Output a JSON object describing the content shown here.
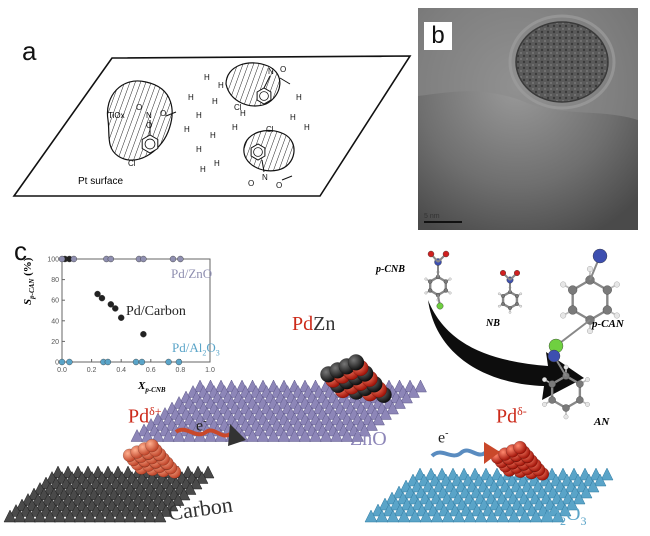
{
  "panels": {
    "a": "a",
    "b": "b",
    "c": "c"
  },
  "schematic_a": {
    "surface_label": "Pt surface",
    "tio_label": "TiOx",
    "cl": "Cl",
    "n": "N",
    "o": "O",
    "h": "H"
  },
  "tem_b": {
    "scale_text": "5 nm"
  },
  "inset_plot": {
    "ylabel_main": "S",
    "ylabel_sub": "p-CAN",
    "ylabel_unit": "(%)",
    "xlabel_main": "X",
    "xlabel_sub": "p-CNB",
    "x_ticks": [
      "0.0",
      "0.2",
      "0.4",
      "0.6",
      "0.8",
      "1.0"
    ],
    "y_ticks": [
      "0",
      "20",
      "40",
      "60",
      "80",
      "100"
    ],
    "annotations": {
      "pd_zno": "Pd/ZnO",
      "pd_carbon": "Pd/Carbon",
      "pd_al2o3": "Pd/Al",
      "pd_al2o3_sub": "2",
      "pd_al2o3_end": "O",
      "pd_al2o3_sub2": "3"
    }
  },
  "chart_data": {
    "type": "scatter",
    "xlabel": "X p-CNB",
    "ylabel": "S p-CAN (%)",
    "xlim": [
      0,
      1.0
    ],
    "ylim": [
      0,
      100
    ],
    "series": [
      {
        "name": "Pd/Carbon",
        "color": "#222222",
        "x": [
          0.02,
          0.05,
          0.24,
          0.27,
          0.33,
          0.36,
          0.4,
          0.55
        ],
        "y": [
          100,
          100,
          66,
          62,
          56,
          52,
          43,
          27
        ]
      },
      {
        "name": "Pd/ZnO",
        "color": "#8f8fb0",
        "x": [
          0.0,
          0.08,
          0.3,
          0.33,
          0.52,
          0.55,
          0.75,
          0.8
        ],
        "y": [
          100,
          100,
          100,
          100,
          100,
          100,
          100,
          100
        ]
      },
      {
        "name": "Pd/Al2O3",
        "color": "#5aa4c8",
        "x": [
          0.0,
          0.05,
          0.28,
          0.31,
          0.5,
          0.54,
          0.72,
          0.79
        ],
        "y": [
          0,
          0,
          0,
          0,
          0,
          0,
          0,
          0
        ]
      }
    ]
  },
  "scene_c": {
    "pdzn_pd": "Pd",
    "pdzn_zn": "Zn",
    "zno": "ZnO",
    "carbon": "Carbon",
    "al_main": "Al",
    "al_sub1": "2",
    "al_o": "O",
    "al_sub2": "3",
    "pd_plus": "Pd",
    "pd_plus_sup": "δ+",
    "pd_minus": "Pd",
    "pd_minus_sup": "δ-",
    "electron": "e",
    "electron_sup": "-",
    "p_cnb": "p-CNB",
    "nb": "NB",
    "p_can": "p-CAN",
    "an": "AN"
  },
  "colors": {
    "pd_red": "#cc2a1a",
    "zno_purple": "#8d86b8",
    "al_blue": "#5aa4c8",
    "carbon_dark": "#3a3a3a"
  }
}
